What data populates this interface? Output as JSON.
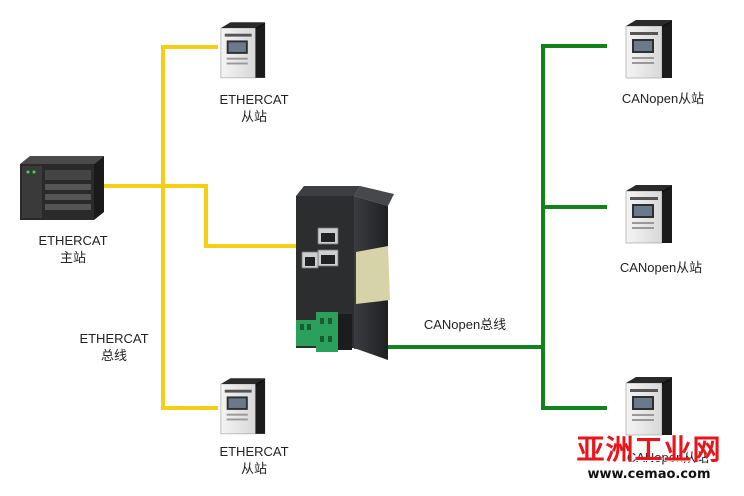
{
  "labels": {
    "master_line1": "ETHERCAT",
    "master_line2": "主站",
    "bus_ethercat_line1": "ETHERCAT",
    "bus_ethercat_line2": "总线",
    "slave_top_line1": "ETHERCAT",
    "slave_top_line2": "从站",
    "slave_bottom_line1": "ETHERCAT",
    "slave_bottom_line2": "从站",
    "bus_canopen": "CANopen总线",
    "canopen_slave_1": "CANopen从站",
    "canopen_slave_2": "CANopen从站",
    "canopen_slave_3": "CANopen从站"
  },
  "watermark": {
    "brand": "亚洲工业网",
    "url": "www.cemao.com"
  },
  "colors": {
    "ethercat_bus": "#f5cf16",
    "canopen_bus": "#12831c",
    "gateway_body": "#2b2d2f",
    "terminal_green": "#2aa05a",
    "watermark_red": "#e8151b"
  }
}
